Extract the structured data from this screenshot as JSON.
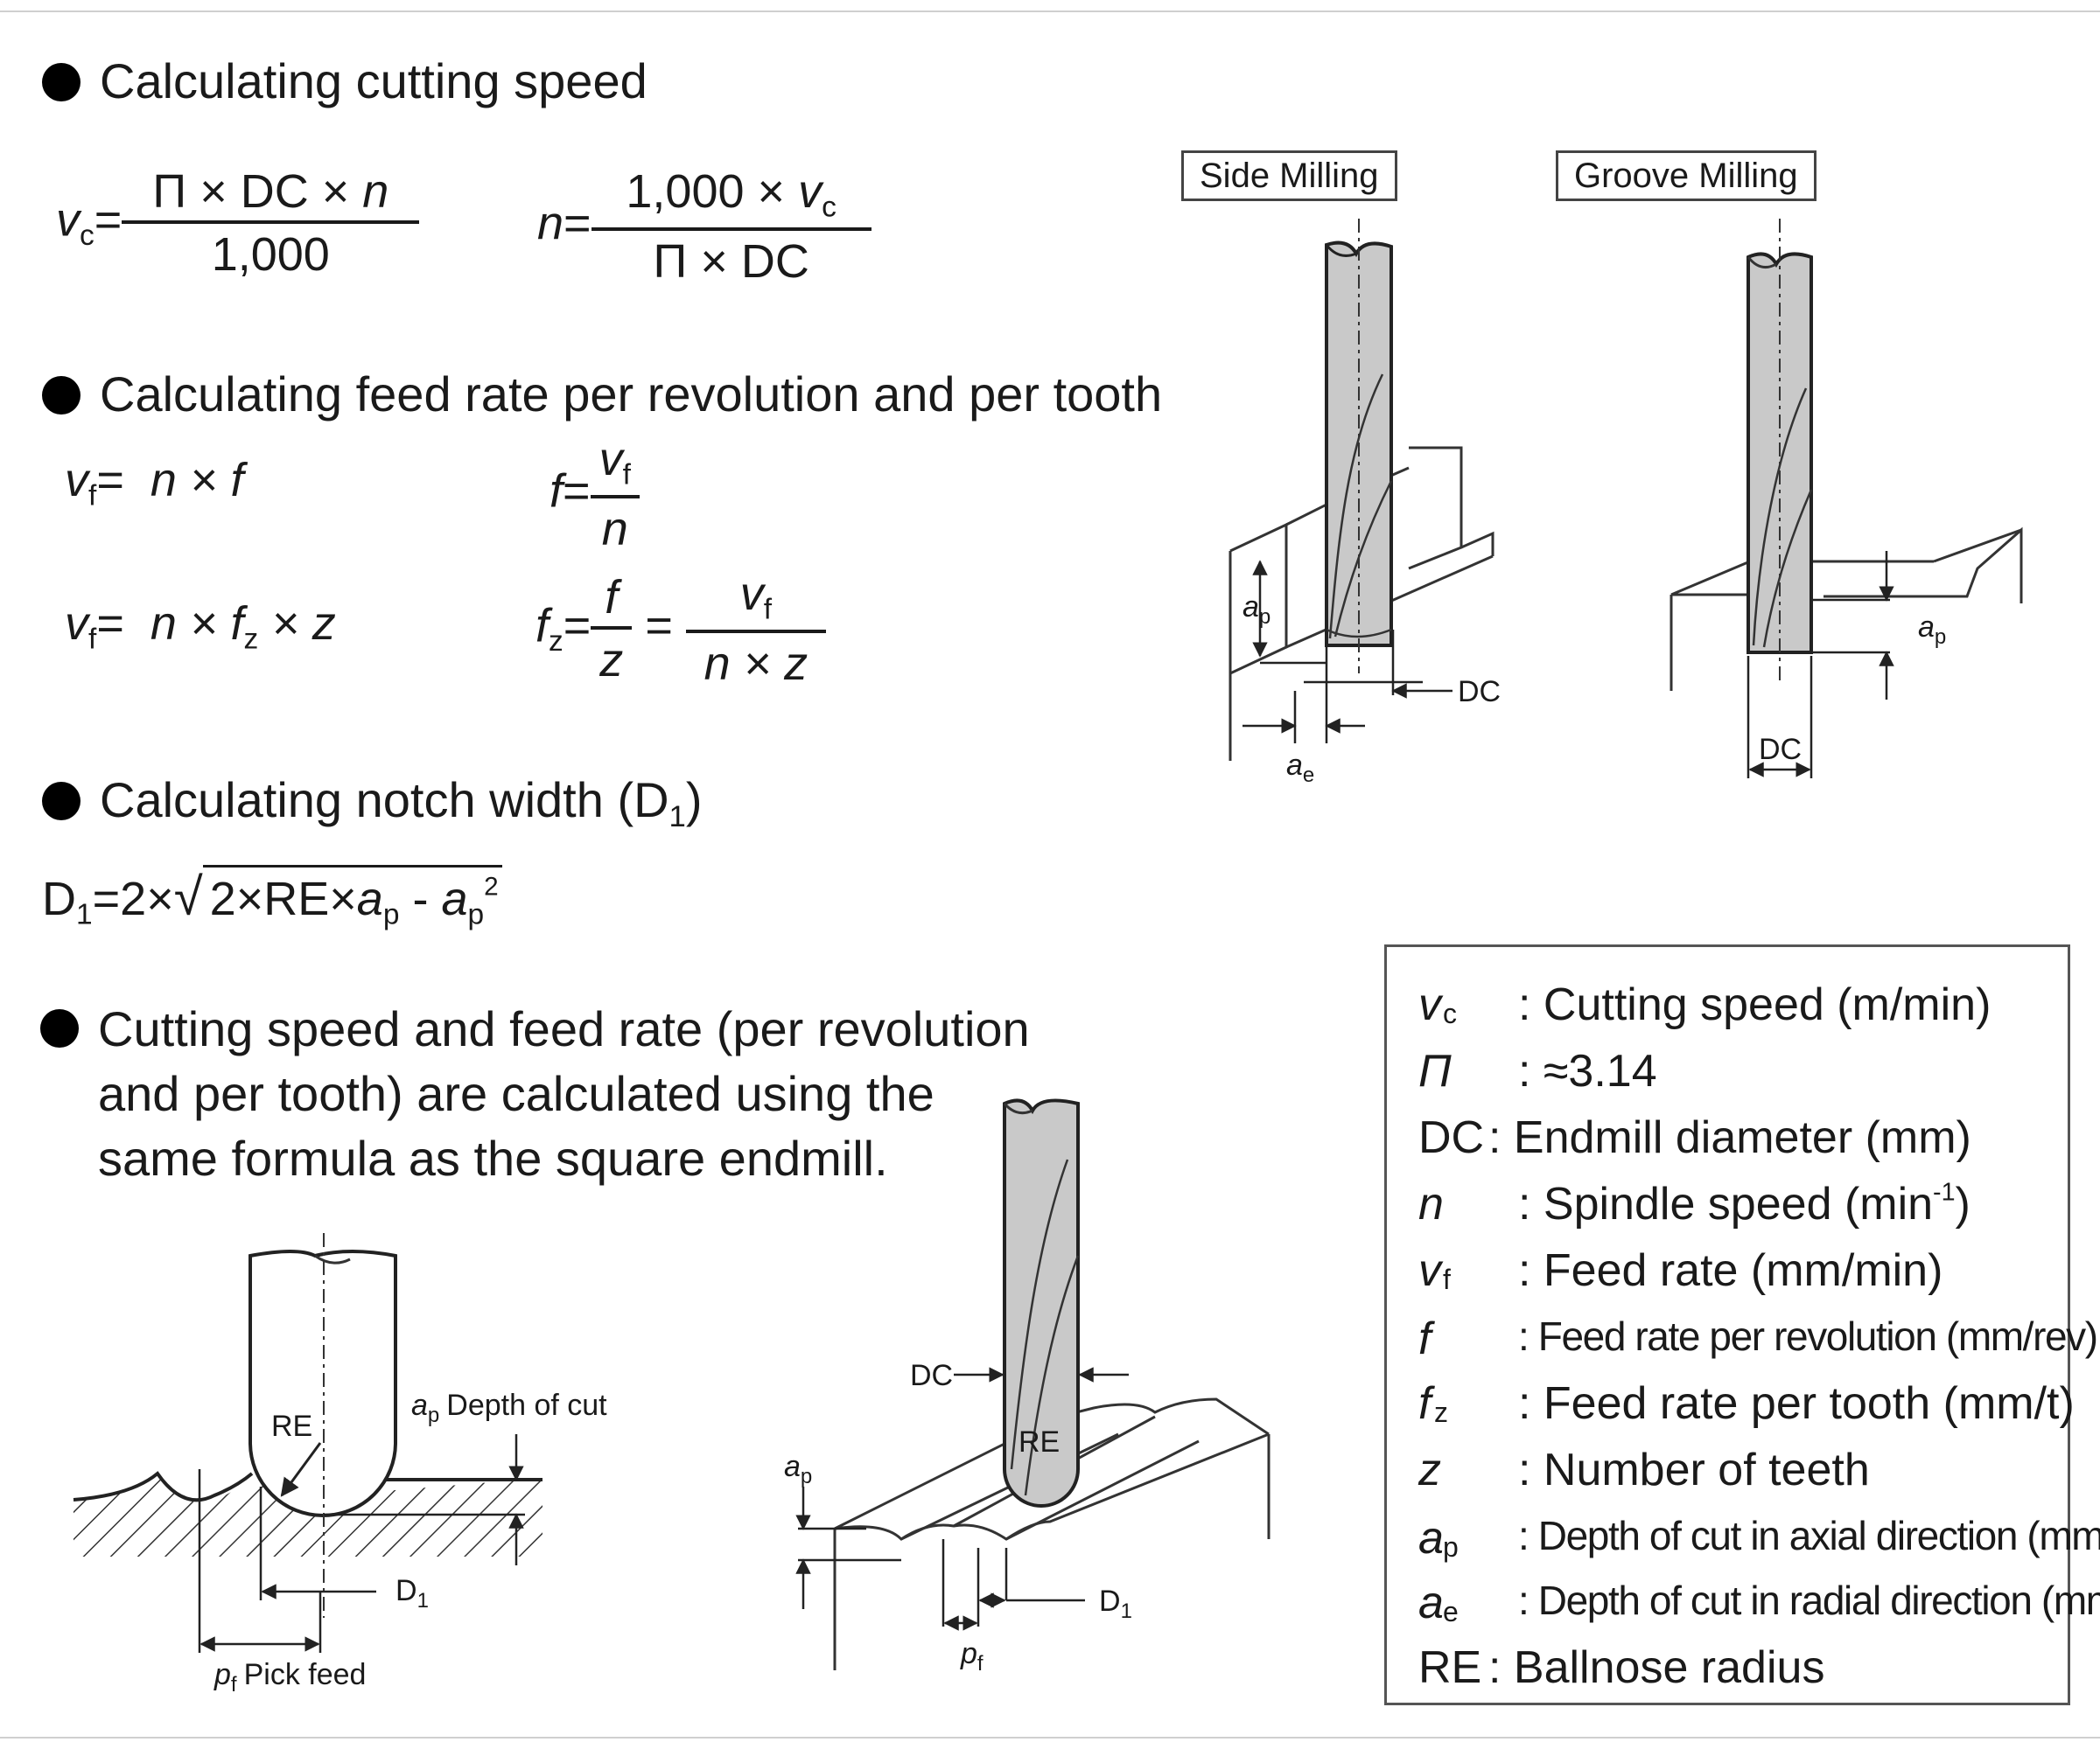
{
  "sections": {
    "cutting_speed": "Calculating cutting speed",
    "feed_rate": "Calculating feed rate per revolution and per tooth",
    "notch_width": "Calculating notch width (D",
    "notch_width_sub": "1",
    "notch_width_close": ")",
    "ballnose": "Cutting speed and feed rate (per revolution and per tooth) are calculated using the same formula as the square endmill."
  },
  "formulas": {
    "vc": "v",
    "vc_sub": "c",
    "eq": "=",
    "vc_num": "Π × DC × ",
    "vc_num_n": "n",
    "vc_den": "1,000",
    "n_lhs": "n",
    "n_num": "1,000 × ",
    "n_num_v": "v",
    "n_num_sub": "c",
    "n_den": "Π × DC",
    "vf": "v",
    "vf_sub": "f",
    "vf_rhs1": "n × f",
    "f_lhs": "f",
    "f_num_v": "v",
    "f_num_sub": "f",
    "f_den": "n",
    "vf_rhs2a": "n × f",
    "vf_rhs2_sub": "z",
    "vf_rhs2b": " × z",
    "fz_lhs": "f",
    "fz_sub": "z",
    "fz_num1": "f",
    "fz_den1": "z",
    "fz_num2_v": "v",
    "fz_num2_sub": "f",
    "fz_den2": "n × z",
    "d1_lhs": "D",
    "d1_sub": "1",
    "d1_mid": "=2×",
    "d1_rad_a": "2×RE×",
    "d1_ap": "a",
    "d1_ap_sub": "p",
    "d1_minus": " - ",
    "d1_sup": "2"
  },
  "diagram_labels": {
    "side_milling": "Side Milling",
    "groove_milling": "Groove Milling",
    "ap": "a",
    "ap_sub": "p",
    "ae": "a",
    "ae_sub": "e",
    "dc": "DC",
    "re": "RE",
    "depth_of_cut": "Depth of cut",
    "d1": "D",
    "d1_sub": "1",
    "pf": "p",
    "pf_sub": "f",
    "pick_feed": "Pick feed"
  },
  "legend": [
    {
      "sym": "v",
      "sym_sub": "c",
      "italic": true,
      "desc": ": Cutting speed (m/min)",
      "size": "big"
    },
    {
      "sym": "Π",
      "sym_sub": "",
      "italic": false,
      "desc": ": ≈3.14",
      "size": "big"
    },
    {
      "sym": "DC",
      "sym_sub": "",
      "italic": false,
      "desc": ": Endmill diameter (mm)",
      "size": "big"
    },
    {
      "sym": "n",
      "sym_sub": "",
      "italic": true,
      "desc": ": Spindle speed (min",
      "desc_sup": "-1",
      "desc_end": ")",
      "size": "big"
    },
    {
      "sym": "v",
      "sym_sub": "f",
      "italic": true,
      "desc": ": Feed rate (mm/min)",
      "size": "big"
    },
    {
      "sym": "f",
      "sym_sub": "",
      "italic": true,
      "desc": ": Feed rate per revolution (mm/rev)",
      "size": "small"
    },
    {
      "sym": "f",
      "sym_sub": "z",
      "italic": true,
      "desc": ": Feed rate per tooth (mm/t)",
      "size": "big"
    },
    {
      "sym": "z",
      "sym_sub": "",
      "italic": true,
      "desc": ": Number of teeth",
      "size": "big"
    },
    {
      "sym": "a",
      "sym_sub": "p",
      "italic": true,
      "desc": ": Depth of cut in axial direction (mm)",
      "size": "small"
    },
    {
      "sym": "a",
      "sym_sub": "e",
      "italic": true,
      "desc": ": Depth of cut in radial direction (mm)",
      "size": "small"
    },
    {
      "sym": "RE",
      "sym_sub": "",
      "italic": false,
      "desc": ": Ballnose radius",
      "size": "big"
    }
  ]
}
